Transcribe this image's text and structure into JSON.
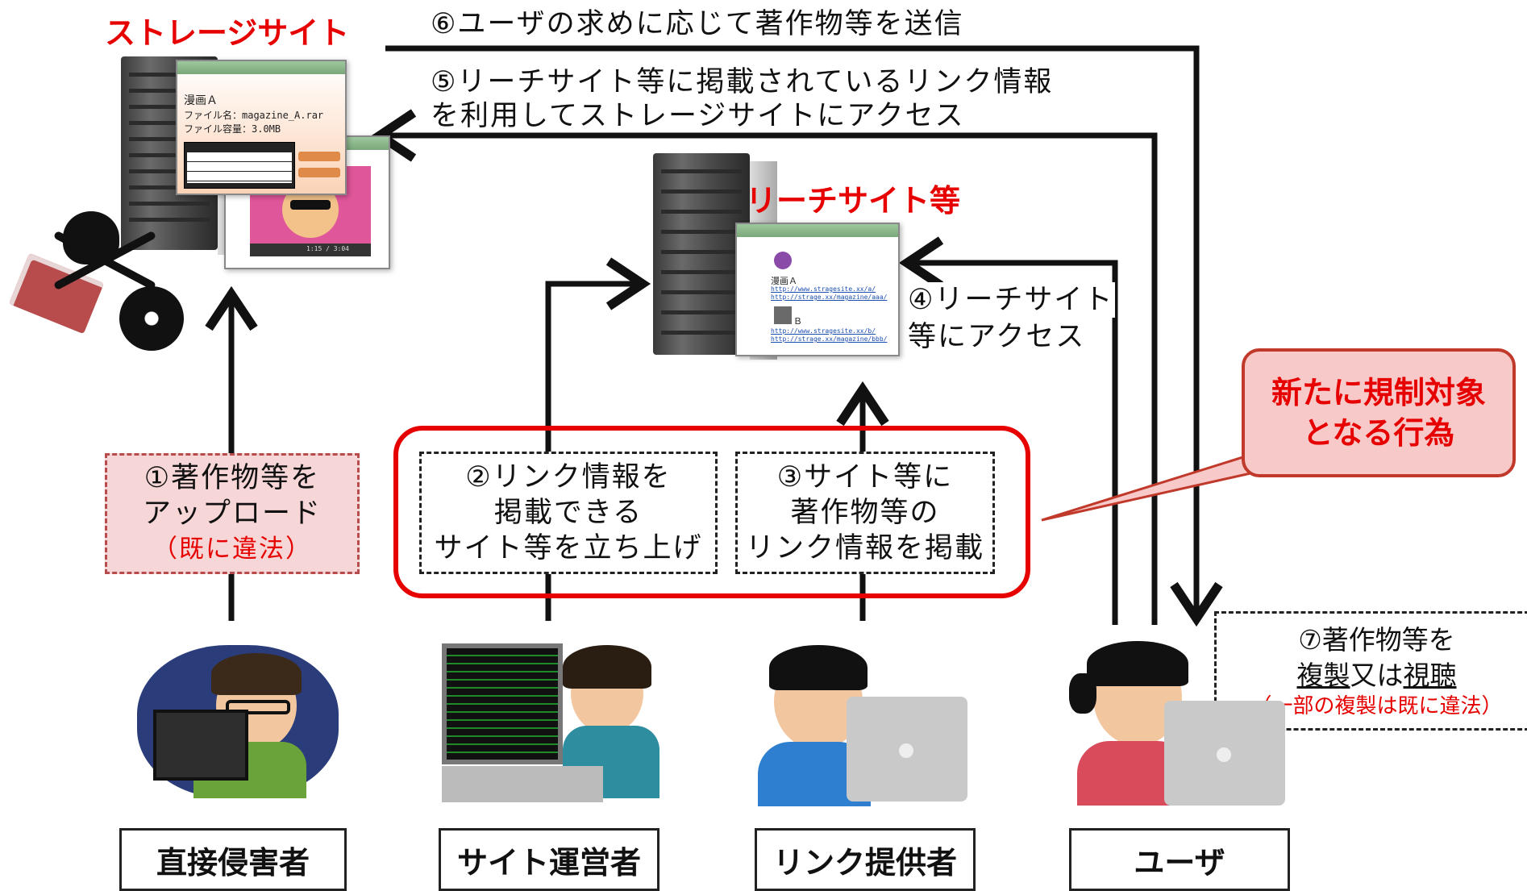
{
  "storage_site": {
    "title": "ストレージサイト",
    "window": {
      "line1": "漫画Ａ",
      "line2": "ファイル名：magazine_A.rar",
      "line3": "ファイル容量：3.0MB",
      "progress": "1:15 / 3:04"
    }
  },
  "leech_site": {
    "title": "リーチサイト等",
    "window": {
      "item1_title": "漫画Ａ",
      "item1_link1": "http://www.stragesite.xx/a/",
      "item1_link2": "http://strage.xx/magazine/aaa/",
      "item2_title": "Ｂ",
      "item2_link1": "http://www.stragesite.xx/b/",
      "item2_link2": "http://strage.xx/magazine/bbb/"
    }
  },
  "steps": {
    "s1_line1": "①著作物等を",
    "s1_line2": "アップロード",
    "s1_note": "（既に違法）",
    "s2_line1": "②リンク情報を",
    "s2_line2": "掲載できる",
    "s2_line3": "サイト等を立ち上げ",
    "s3_line1": "③サイト等に",
    "s3_line2": "著作物等の",
    "s3_line3": "リンク情報を掲載",
    "s4_line1": "④リーチサイト",
    "s4_line2": "等にアクセス",
    "s5_line1": "⑤リーチサイト等に掲載されているリンク情報",
    "s5_line2": "を利用してストレージサイトにアクセス",
    "s6": "⑥ユーザの求めに応じて著作物等を送信",
    "s7_line1": "⑦著作物等を",
    "s7_word1": "複製",
    "s7_word2": "又は",
    "s7_word3": "視聴",
    "s7_note": "（一部の複製は既に違法）"
  },
  "callout": {
    "line1": "新たに規制対象",
    "line2": "となる行為",
    "bg": "#f7c9c9",
    "border": "#c0392b"
  },
  "roles": {
    "r1": "直接侵害者",
    "r2": "サイト運営者",
    "r3": "リンク提供者",
    "r4": "ユーザ"
  },
  "colors": {
    "accent_red": "#e60000",
    "step1_bg": "#f6d6d6",
    "arrow": "#111111"
  }
}
